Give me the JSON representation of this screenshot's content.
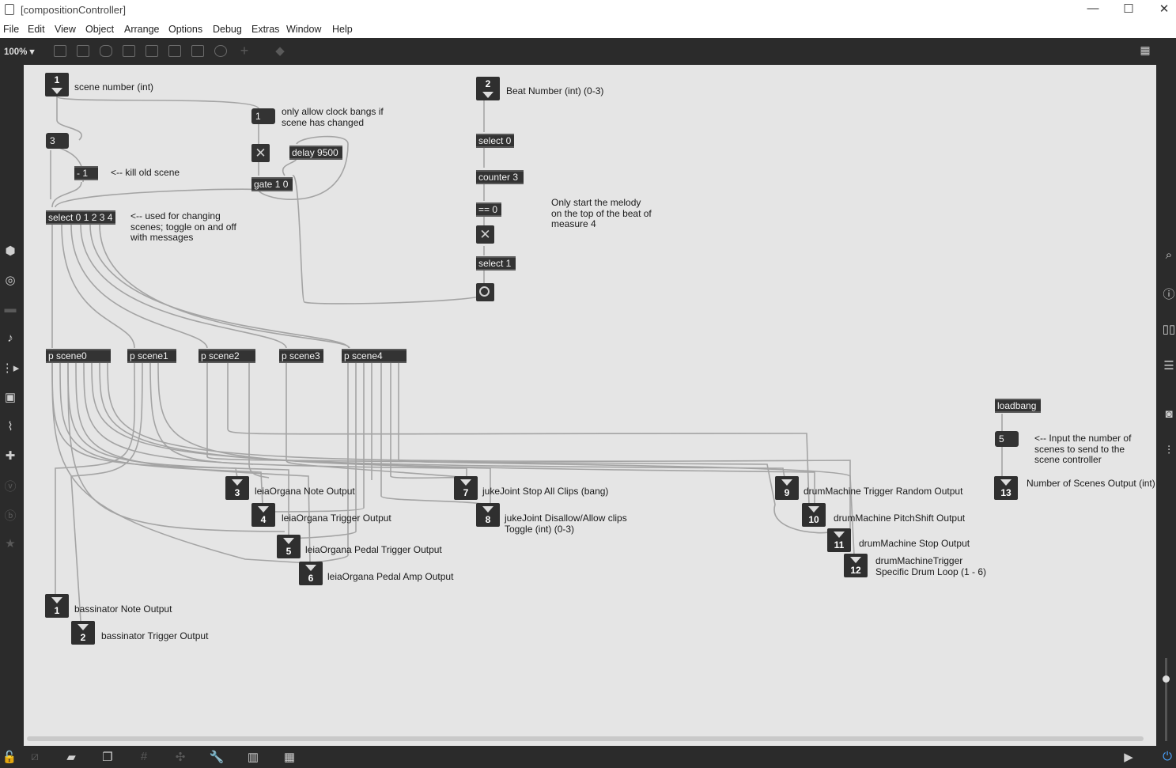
{
  "window": {
    "title": "[compositionController]",
    "minimize": "—",
    "maximize": "☐",
    "close": "✕"
  },
  "menu": [
    "File",
    "Edit",
    "View",
    "Object",
    "Arrange",
    "Options",
    "Debug",
    "Extras",
    "Window",
    "Help"
  ],
  "toolbar": {
    "zoom": "100% ▾"
  },
  "patch": {
    "inlets": [
      {
        "num": "1",
        "label": "scene number (int)"
      },
      {
        "num": "2",
        "label": "Beat Number (int) (0-3)"
      }
    ],
    "objects": {
      "delay": "delay 9500",
      "gate": "gate 1 0",
      "minus": "- 1",
      "select_scene": "select 0 1 2 3 4",
      "select0": "select 0",
      "counter": "counter 3",
      "eq0": "== 0",
      "select1": "select 1",
      "loadbang": "loadbang",
      "p_scene0": "p scene0",
      "p_scene1": "p scene1",
      "p_scene2": "p scene2",
      "p_scene3": "p scene3",
      "p_scene4": "p scene4"
    },
    "numboxes": {
      "clock_msg": "1",
      "scene_num": "3",
      "scenes_count": "5"
    },
    "comments": {
      "clock": "only allow clock bangs if\nscene has changed",
      "kill": "<-- kill old scene",
      "changing": "<-- used for changing\nscenes; toggle on and off\nwith messages",
      "melody": "Only start the melody\non the top of the beat of\nmeasure 4",
      "input_scenes": "<-- Input the number of\nscenes to send to the\nscene controller"
    },
    "outlets": [
      {
        "num": "1",
        "label": "bassinator Note Output"
      },
      {
        "num": "2",
        "label": "bassinator Trigger Output"
      },
      {
        "num": "3",
        "label": "leiaOrgana Note Output"
      },
      {
        "num": "4",
        "label": "leiaOrgana Trigger Output"
      },
      {
        "num": "5",
        "label": "leiaOrgana Pedal Trigger Output"
      },
      {
        "num": "6",
        "label": "leiaOrgana Pedal Amp Output"
      },
      {
        "num": "7",
        "label": "jukeJoint Stop All Clips (bang)"
      },
      {
        "num": "8",
        "label": "jukeJoint Disallow/Allow clips\nToggle (int) (0-3)"
      },
      {
        "num": "9",
        "label": "drumMachine Trigger Random Output"
      },
      {
        "num": "10",
        "label": "drumMachine PitchShift Output"
      },
      {
        "num": "11",
        "label": "drumMachine Stop Output"
      },
      {
        "num": "12",
        "label": "drumMachineTrigger\nSpecific Drum Loop (1 - 6)"
      },
      {
        "num": "13",
        "label": "Number of Scenes Output (int)"
      }
    ]
  },
  "icons": [
    "cube-icon",
    "target-icon",
    "clip-icon",
    "note-icon",
    "play-list-icon",
    "image-icon",
    "paperclip-icon",
    "plugin-icon",
    "v-icon",
    "b-icon",
    "star-icon",
    "search-icon",
    "info-icon",
    "book-icon",
    "list-icon",
    "camera-icon",
    "mixer-icon",
    "lock-icon",
    "grid-icon",
    "wrench-icon",
    "piano-icon",
    "keypad-icon"
  ]
}
